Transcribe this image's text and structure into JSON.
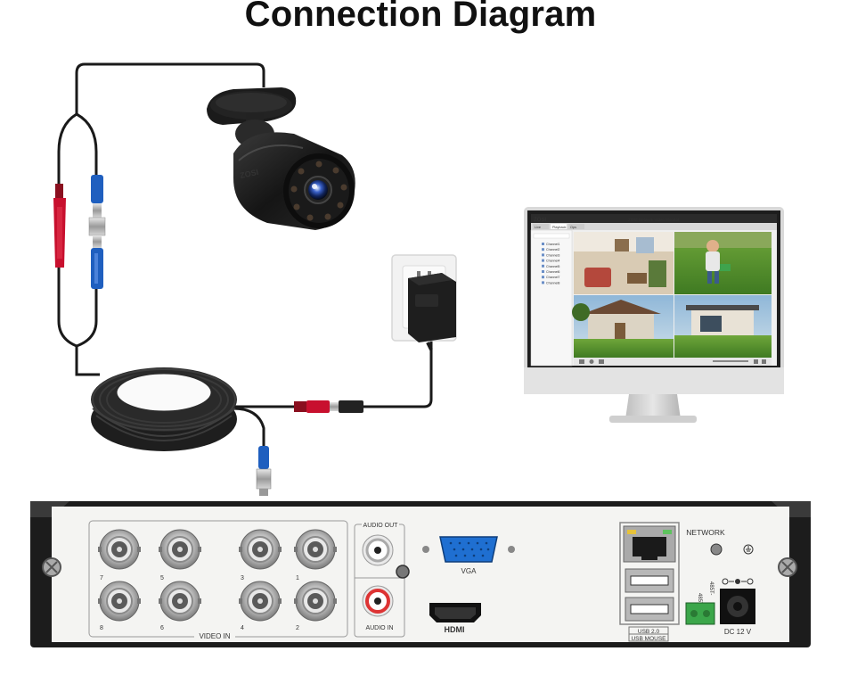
{
  "title": "Connection Diagram",
  "monitor": {
    "brand_logo": "ZOSI",
    "app_title": "ZOSI Network Video Monitor",
    "sidebar_tabs": [
      "Live",
      "Playback",
      "Ops"
    ],
    "channels": [
      "Channel1",
      "Channel2",
      "Channel3",
      "Channel4",
      "Channel5",
      "Channel6",
      "Channel7",
      "Channel8"
    ]
  },
  "nvr": {
    "labels": {
      "video_in": "VIDEO IN",
      "audio_out": "AUDIO OUT",
      "audio_in": "AUDIO IN",
      "vga": "VGA",
      "hdmi": "HDMI",
      "network": "NETWORK",
      "usb": "USB 2.0",
      "usb_mouse": "USB MOUSE",
      "rs485_plus": "485T+",
      "rs485_minus": "485T-",
      "dc": "DC 12 V"
    },
    "bnc_numbers_top": [
      "7",
      "5",
      "3",
      "1"
    ],
    "bnc_numbers_bottom": [
      "8",
      "6",
      "4",
      "2"
    ]
  },
  "colors": {
    "power_connector": "#c8102e",
    "video_connector": "#1f5fbf",
    "cable": "#1a1a1a",
    "dvr_panel": "#f4f4f2",
    "dvr_frame": "#1c1c1c"
  }
}
